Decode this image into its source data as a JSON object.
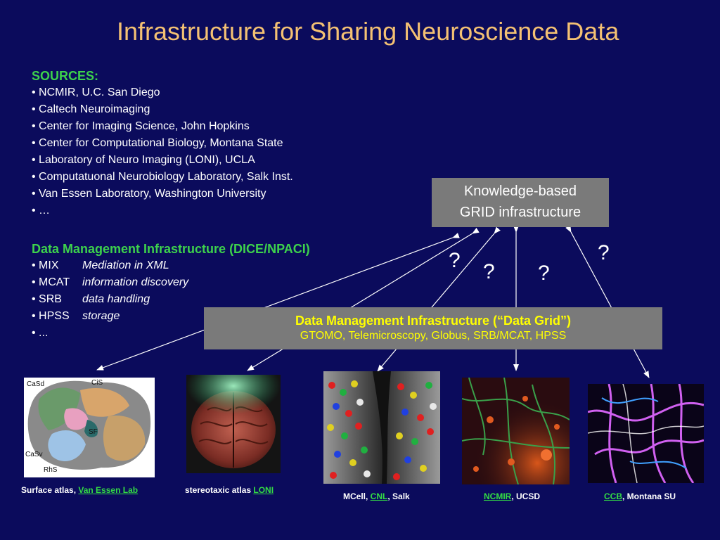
{
  "title": "Infrastructure for Sharing Neuroscience Data",
  "sources": {
    "header": "SOURCES:",
    "items": [
      "• NCMIR, U.C. San Diego",
      "• Caltech Neuroimaging",
      "• Center for Imaging Science, John Hopkins",
      "• Center for Computational Biology, Montana State",
      "• Laboratory of Neuro Imaging (LONI), UCLA",
      "• Computatuonal Neurobiology Laboratory, Salk Inst.",
      "• Van Essen Laboratory, Washington University",
      "• …"
    ]
  },
  "dmi": {
    "header": "Data Management Infrastructure (DICE/NPACI)",
    "items": [
      {
        "abbr": "• MIX",
        "desc": "Mediation in XML"
      },
      {
        "abbr": "• MCAT",
        "desc": "information discovery"
      },
      {
        "abbr": "• SRB",
        "desc": "data handling"
      },
      {
        "abbr": "• HPSS",
        "desc": "storage"
      },
      {
        "abbr": "• ...",
        "desc": ""
      }
    ]
  },
  "knowledge_box": {
    "line1": "Knowledge-based",
    "line2": "GRID infrastructure"
  },
  "data_grid_box": {
    "title": "Data Management Infrastructure (“Data Grid”)",
    "subtitle": "GTOMO, Telemicroscopy, Globus, SRB/MCAT, HPSS"
  },
  "question_marks": [
    "?",
    "?",
    "?",
    "?"
  ],
  "images": [
    {
      "name": "surface-atlas",
      "caption_pre": "Surface atlas, ",
      "link": "Van Essen Lab",
      "caption_post": "",
      "labels": [
        "CaSd",
        "CiS",
        "SF",
        "CaSv",
        "RhS"
      ]
    },
    {
      "name": "stereotaxic-atlas",
      "caption_pre": "stereotaxic atlas ",
      "link": "LONI",
      "caption_post": ""
    },
    {
      "name": "mcell",
      "caption_pre": "MCell, ",
      "link": "CNL",
      "caption_post": ", Salk"
    },
    {
      "name": "ncmir",
      "caption_pre": "",
      "link": "NCMIR",
      "caption_post": ", UCSD"
    },
    {
      "name": "ccb",
      "caption_pre": "",
      "link": "CCB",
      "caption_post": ", Montana SU"
    }
  ],
  "colors": {
    "background": "#0b0b5c",
    "title": "#f4c173",
    "heading": "#3dd24c",
    "box": "#7a7a7a",
    "box_text_yellow": "#ffff00",
    "link": "#33dd44"
  }
}
